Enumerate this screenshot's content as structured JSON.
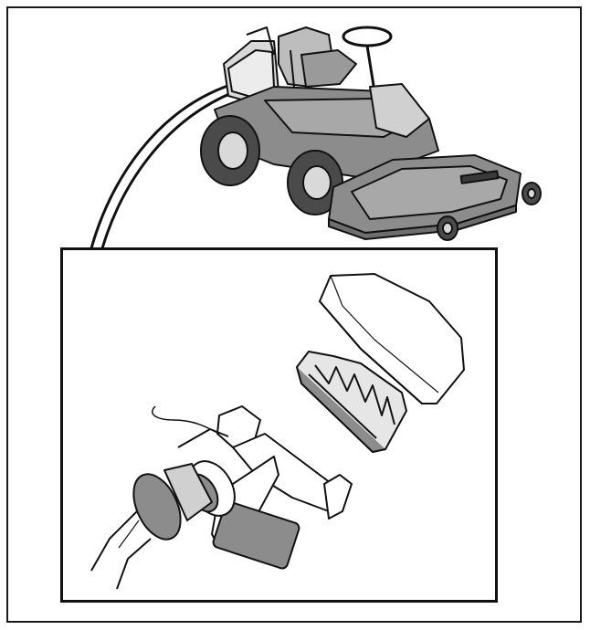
{
  "figure": {
    "overview_illustration": "rider-mower",
    "detail_illustration": "air-filter-assembly",
    "callout": "arrow-to-filter-location"
  },
  "colors": {
    "outline": "#111111",
    "body_fill": "#8c8c8c",
    "light_fill": "#d9d9d9",
    "mid_fill": "#a8a8a8",
    "dark_fill": "#4a4a4a",
    "background": "#ffffff"
  }
}
